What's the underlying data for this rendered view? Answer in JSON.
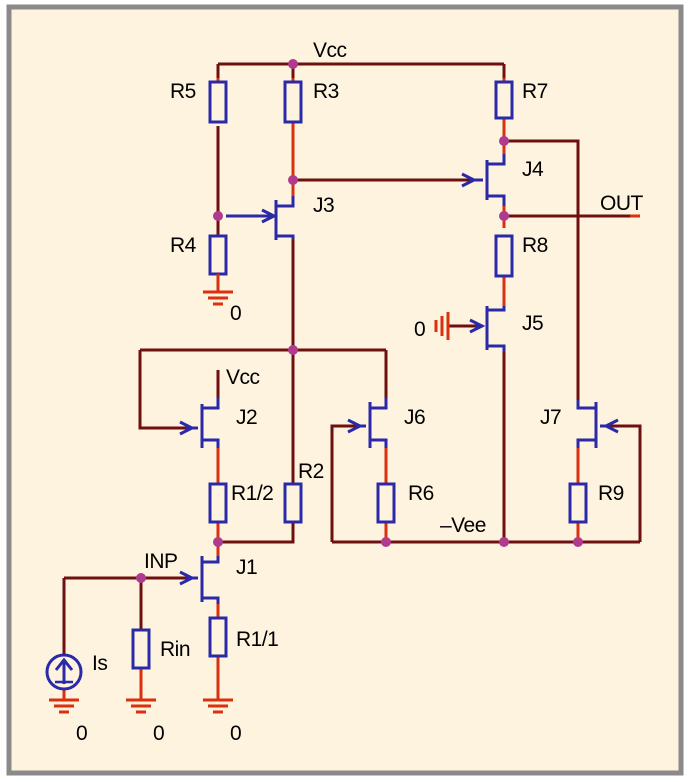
{
  "colors": {
    "background": "#fdf3de",
    "border": "#8a8a8a",
    "wire": "#6e1010",
    "lead": "#d9300f",
    "component": "#2a2aa8",
    "junction": "#b03a8e"
  },
  "labels": {
    "vcc_top": "Vcc",
    "vcc_j2": "Vcc",
    "out": "OUT",
    "inp": "INP",
    "vee": "–Vee",
    "gnd_r4": "0",
    "gnd_j5": "0",
    "gnd_is": "0",
    "gnd_rin": "0",
    "gnd_r11": "0"
  },
  "resistors": {
    "R5": "R5",
    "R3": "R3",
    "R7": "R7",
    "R4": "R4",
    "R8": "R8",
    "R2": "R2",
    "R1_2": "R1/2",
    "R6": "R6",
    "R9": "R9",
    "Rin": "Rin",
    "R1_1": "R1/1"
  },
  "transistors": {
    "J1": "J1",
    "J2": "J2",
    "J3": "J3",
    "J4": "J4",
    "J5": "J5",
    "J6": "J6",
    "J7": "J7"
  },
  "source": {
    "label": "Is"
  }
}
